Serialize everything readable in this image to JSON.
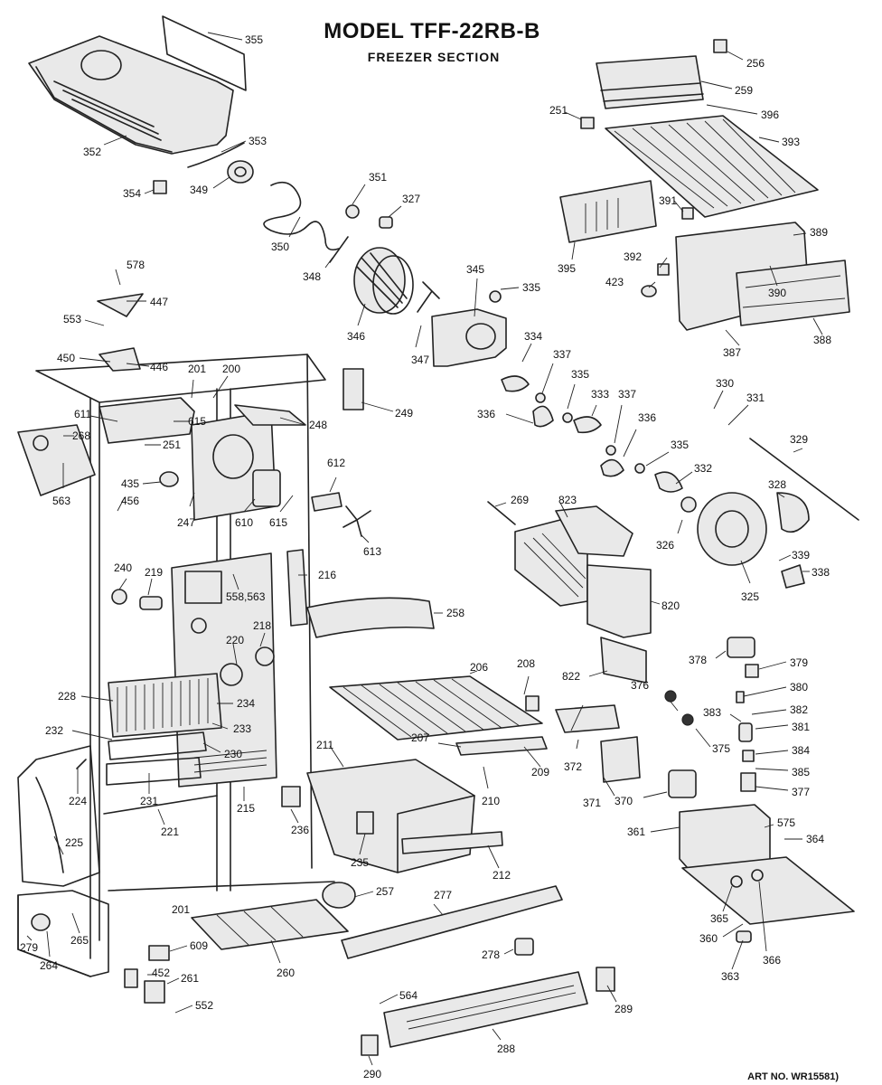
{
  "header": {
    "title": "MODEL TFF-22RB-B",
    "subtitle": "FREEZER SECTION"
  },
  "footer": {
    "art_no": "ART NO. WR15581)"
  },
  "callouts": [
    "355",
    "352",
    "353",
    "354",
    "349",
    "350",
    "351",
    "327",
    "348",
    "346",
    "347",
    "345",
    "335",
    "256",
    "259",
    "251",
    "396",
    "393",
    "391",
    "395",
    "389",
    "392",
    "423",
    "390",
    "387",
    "388",
    "578",
    "447",
    "553",
    "450",
    "446",
    "201",
    "200",
    "249",
    "611",
    "268",
    "615",
    "248",
    "251",
    "563",
    "435",
    "456",
    "247",
    "610",
    "615",
    "612",
    "613",
    "334",
    "337",
    "336",
    "335",
    "333",
    "337",
    "336",
    "335",
    "332",
    "330",
    "331",
    "329",
    "328",
    "326",
    "325",
    "339",
    "338",
    "269",
    "823",
    "820",
    "822",
    "240",
    "219",
    "558,563",
    "216",
    "258",
    "218",
    "220",
    "228",
    "234",
    "233",
    "232",
    "230",
    "224",
    "231",
    "221",
    "215",
    "236",
    "225",
    "201",
    "235",
    "211",
    "212",
    "206",
    "208",
    "207",
    "209",
    "210",
    "376",
    "375",
    "372",
    "371",
    "370",
    "378",
    "379",
    "380",
    "382",
    "383",
    "381",
    "384",
    "385",
    "377",
    "361",
    "575",
    "364",
    "365",
    "360",
    "366",
    "363",
    "257",
    "277",
    "278",
    "279",
    "264",
    "265",
    "609",
    "260",
    "452",
    "261",
    "552",
    "564",
    "289",
    "288",
    "290"
  ]
}
